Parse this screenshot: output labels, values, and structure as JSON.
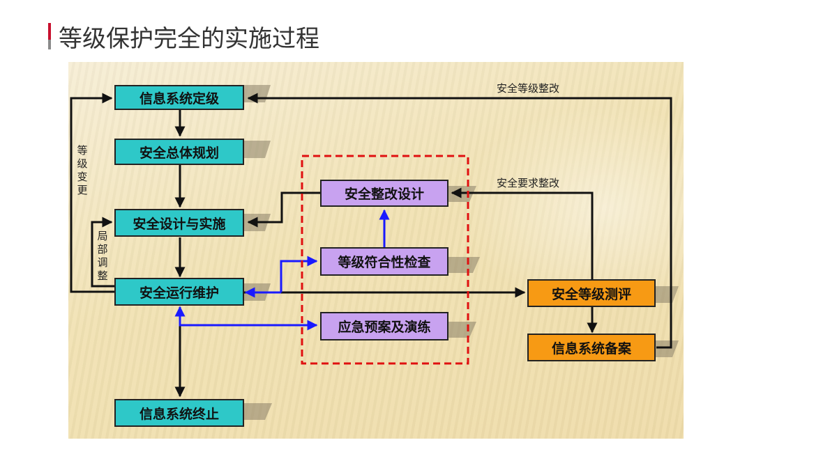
{
  "page": {
    "title": "等级保护完全的实施过程"
  },
  "boxes": {
    "grading": "信息系统定级",
    "planning": "安全总体规划",
    "design_impl": "安全设计与实施",
    "operation": "安全运行维护",
    "termination": "信息系统终止",
    "rectify_design": "安全整改设计",
    "compliance_check": "等级符合性检查",
    "emergency": "应急预案及演练",
    "assessment": "安全等级测评",
    "filing": "信息系统备案"
  },
  "labels": {
    "level_rectify": "安全等级整改",
    "requirement_rectify": "安全要求整改",
    "level_change": "等级变更",
    "local_adjust": "局部调整"
  },
  "colors": {
    "teal": "#2ec8c8",
    "purple": "#c8a2f0",
    "orange": "#f79a14",
    "black_arrow": "#111111",
    "blue_arrow": "#1a1aff",
    "dashed_frame": "#e01010",
    "title_accent": "#c8102e"
  }
}
